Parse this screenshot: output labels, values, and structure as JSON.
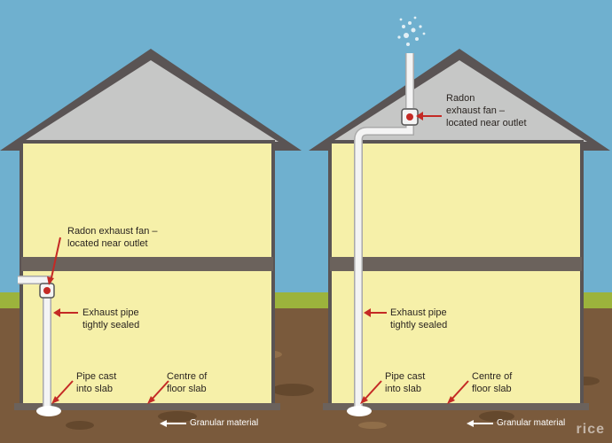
{
  "colors": {
    "sky": "#6fb0cf",
    "roof_face": "#c6c7c6",
    "roof_trim": "#5a5454",
    "wall": "#f6f0a9",
    "wall_outline": "#5a5454",
    "floor_band": "#6b625c",
    "grass": "#9cb33c",
    "soil": "#7a5a3c",
    "arrow_red": "#c42a25",
    "pipe": "#f4f4f4"
  },
  "left_house": {
    "fan_label": [
      "Radon exhaust fan –",
      "located near outlet"
    ],
    "pipe_label": [
      "Exhaust pipe",
      "tightly sealed"
    ],
    "cast_label": [
      "Pipe cast",
      "into slab"
    ],
    "centre_label": [
      "Centre of",
      "floor slab"
    ],
    "ground_label": "Granular material"
  },
  "right_house": {
    "fan_label": [
      "Radon",
      "exhaust fan –",
      "located near outlet"
    ],
    "pipe_label": [
      "Exhaust pipe",
      "tightly sealed"
    ],
    "cast_label": [
      "Pipe cast",
      "into slab"
    ],
    "centre_label": [
      "Centre of",
      "floor slab"
    ],
    "ground_label": "Granular material"
  },
  "watermark": "rice"
}
